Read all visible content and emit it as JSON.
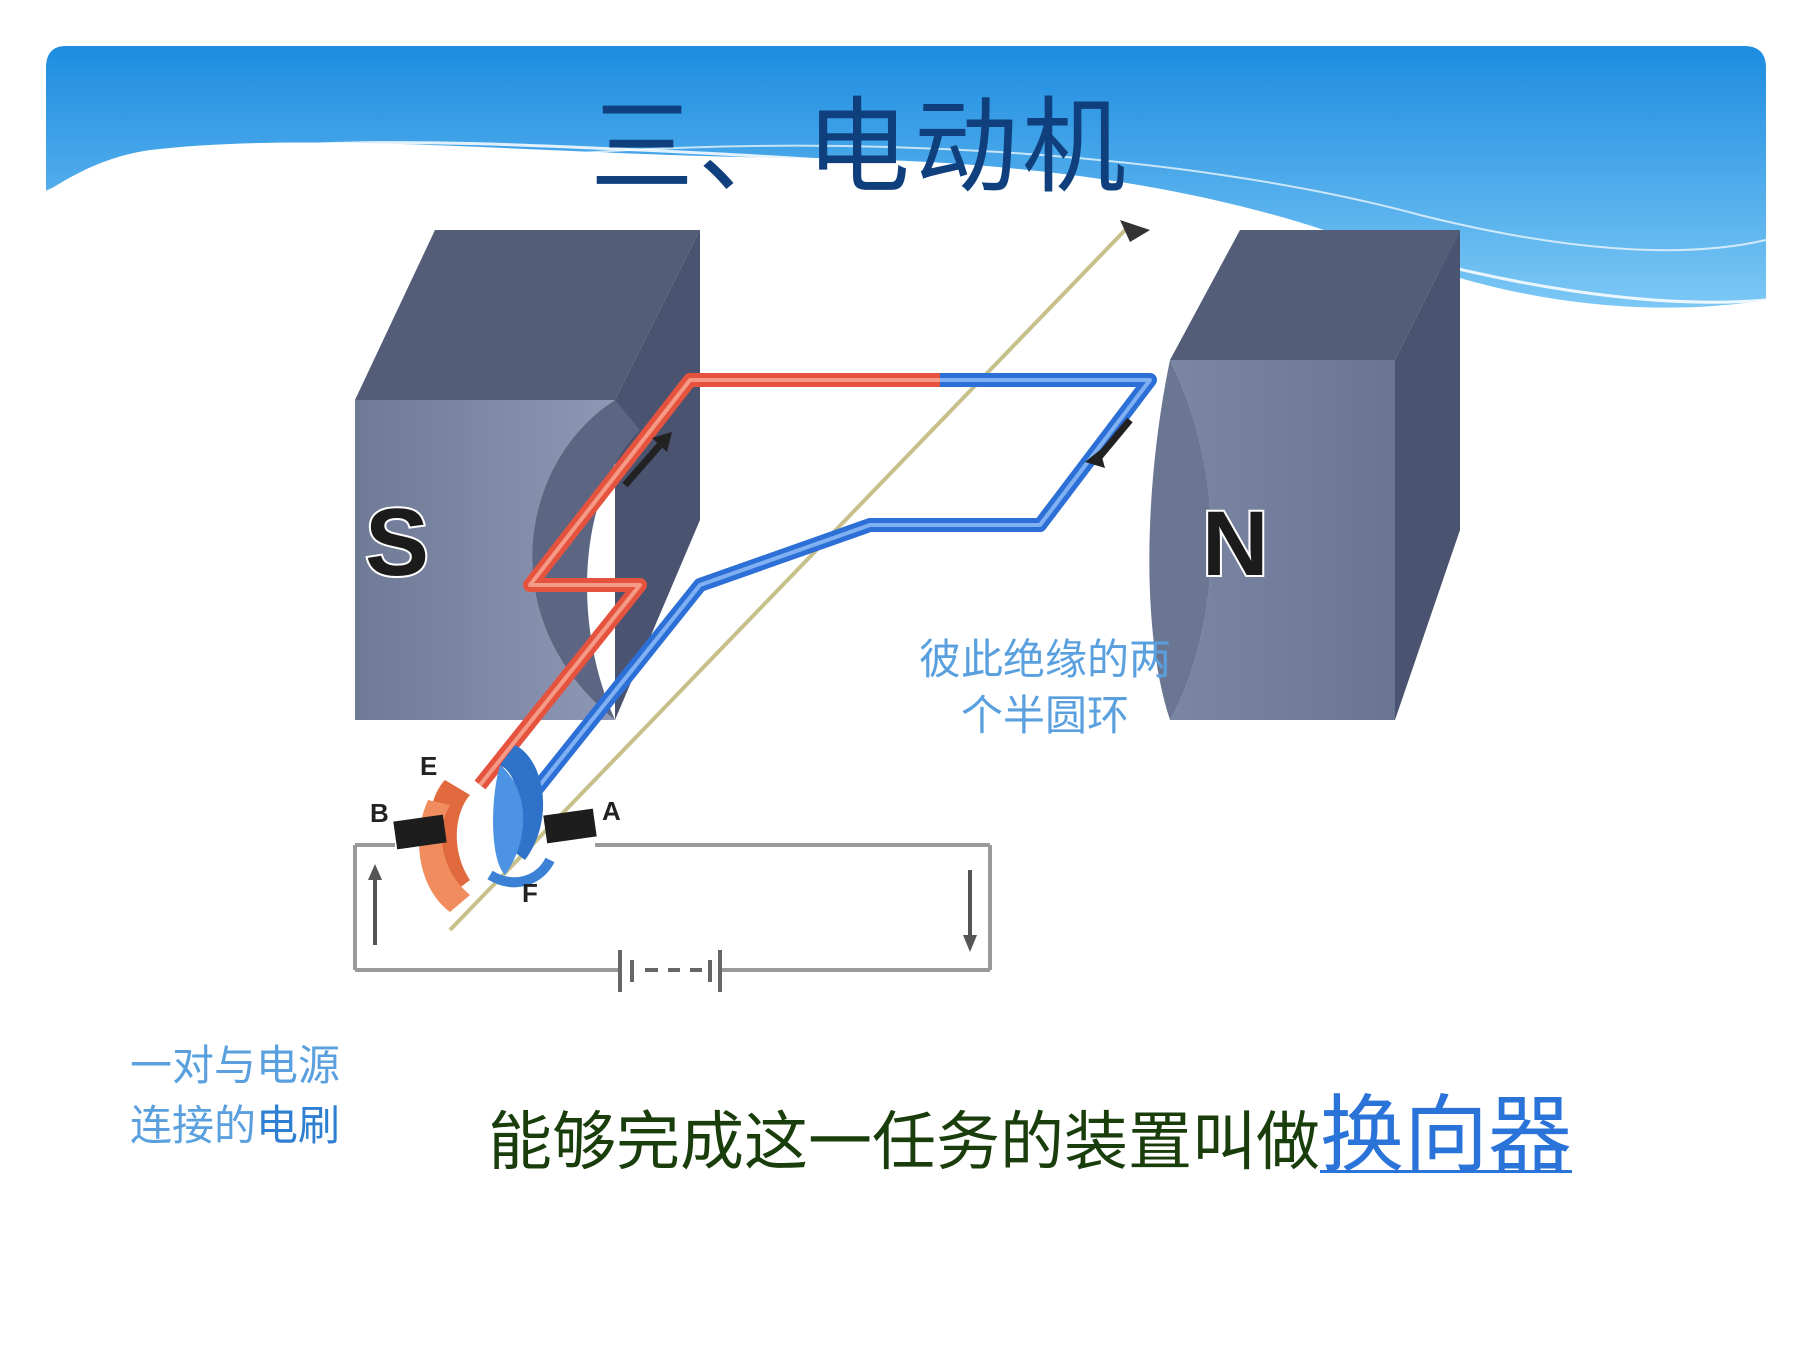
{
  "slide": {
    "title": "三、电动机",
    "diagram": {
      "pole_s": "S",
      "pole_n": "N",
      "point_e": "E",
      "point_f": "F",
      "point_a": "A",
      "point_b": "B"
    },
    "label_rings": {
      "line1": "彼此绝缘的两",
      "line2": "个半圆环"
    },
    "label_brushes": {
      "line1": "一对与电源",
      "line2_part1": "连接的",
      "line2_part2": "电刷"
    },
    "sentence": {
      "text": "能够完成这一任务的装置叫做",
      "highlight": "换向器"
    },
    "colors": {
      "banner_blue": "#1e8fe0",
      "title": "#0f3f7c",
      "label": "#5aa0df",
      "sentence": "#1a3d0c",
      "highlight": "#2a73d9"
    }
  }
}
